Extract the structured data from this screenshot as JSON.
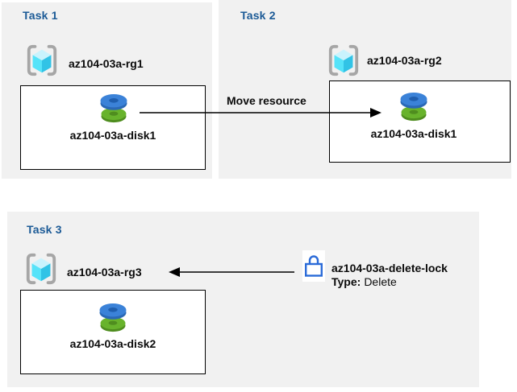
{
  "colors": {
    "panel_bg": "#f1f1f1",
    "task_title_blue": "#1b5a96",
    "arrow_black": "#000000",
    "lock_blue": "#2b6bd8",
    "disk_blue": "#3b82d8",
    "disk_blue_dark": "#2a68b5",
    "disk_green": "#68b32c",
    "disk_green_dark": "#4f8d1f",
    "cube_top": "#c9f3fd",
    "cube_left": "#55e3f9",
    "cube_right": "#31c3e6",
    "bracket_gray": "#a6a6a6"
  },
  "tasks": [
    {
      "title": "Task 1",
      "resource_group": "az104-03a-rg1",
      "resource": "az104-03a-disk1"
    },
    {
      "title": "Task 2",
      "resource_group": "az104-03a-rg2",
      "resource": "az104-03a-disk1"
    },
    {
      "title": "Task 3",
      "resource_group": "az104-03a-rg3",
      "resource": "az104-03a-disk2"
    }
  ],
  "move_label": "Move resource",
  "lock": {
    "name": "az104-03a-delete-lock",
    "type_label": "Type:",
    "type_value": "Delete"
  },
  "icons": {
    "resource_group": "resource-group-icon",
    "disk": "managed-disk-icon",
    "lock": "lock-icon"
  }
}
